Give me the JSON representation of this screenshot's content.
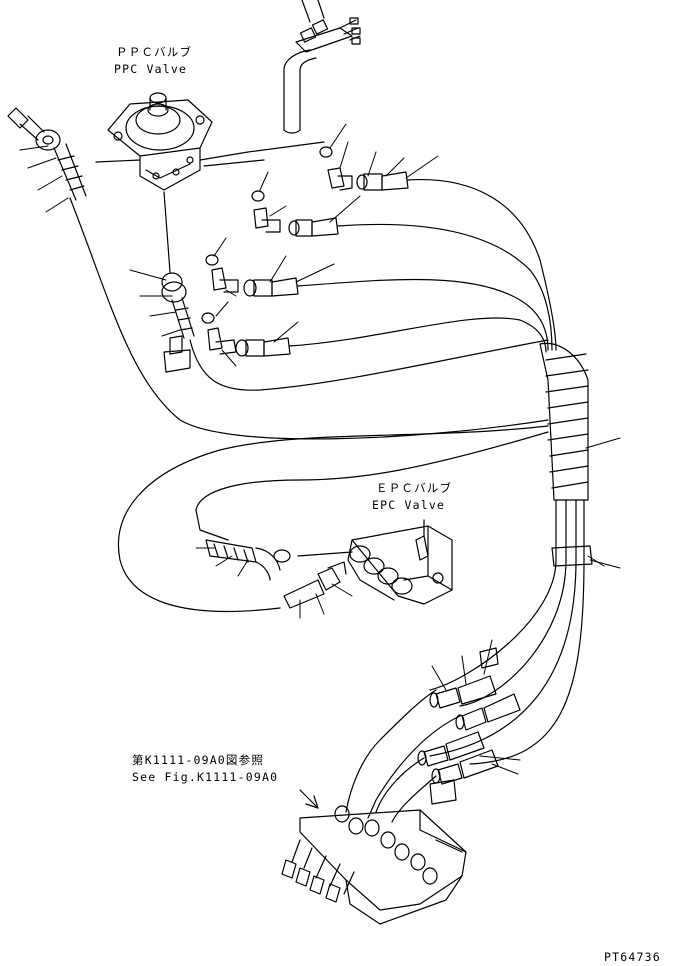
{
  "labels": {
    "ppc_jp": "ＰＰＣバルブ",
    "ppc_en": "PPC Valve",
    "epc_jp": "ＥＰＣバルブ",
    "epc_en": "EPC Valve",
    "ref_jp": "第K1111-09A0図参照",
    "ref_en": "See Fig.K1111-09A0",
    "part_no": "PT64736"
  }
}
